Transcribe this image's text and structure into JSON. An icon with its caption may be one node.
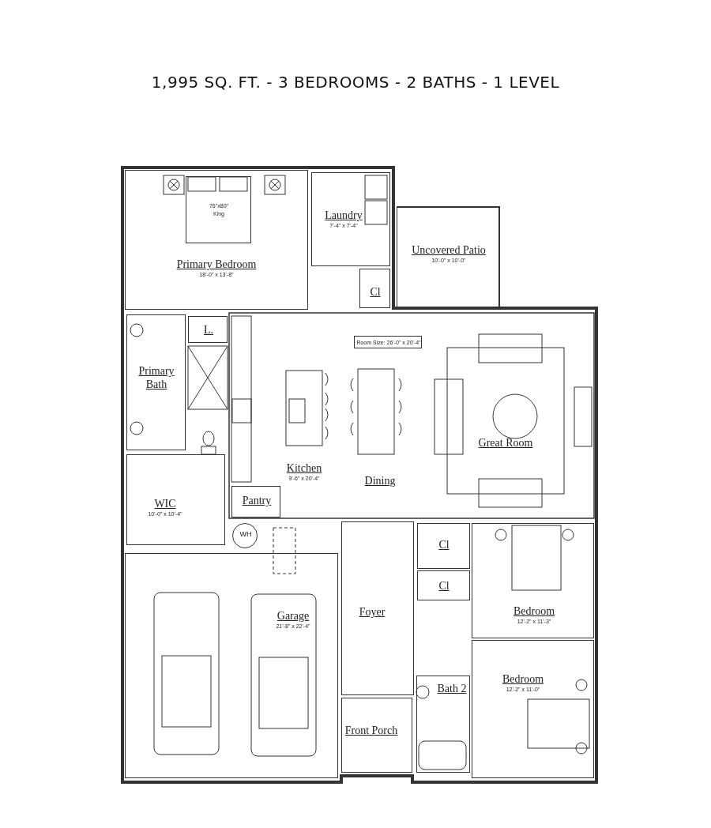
{
  "diagram": {
    "title": "1,995 SQ. FT. - 3 BEDROOMS - 2 BATHS - 1 LEVEL",
    "nodes": [
      {
        "text": [
          "Primary Bedroom",
          "18'-0\" x 13'-8\""
        ]
      },
      {
        "text": [
          "76\"x80\" King"
        ],
        "in": 0
      },
      {
        "text": [
          "Laundry",
          "7'-4\" x 7'-4\""
        ]
      },
      {
        "text": [
          "Cl"
        ]
      },
      {
        "text": [
          "Uncovered Patio",
          "10'-0\" x 10'-0\""
        ]
      },
      {
        "text": [
          "Primary Bath"
        ]
      },
      {
        "text": [
          "L."
        ]
      },
      {
        "text": [
          "Kitchen",
          "9'-6\" x 20'-4\""
        ]
      },
      {
        "text": [
          "Room Size: 26'-0\" x 20'-4\""
        ]
      },
      {
        "text": [
          "Dining"
        ]
      },
      {
        "text": [
          "Great Room"
        ]
      },
      {
        "text": [
          "Pantry"
        ]
      },
      {
        "text": [
          "WIC",
          "10'-0\" x 10'-4\""
        ]
      },
      {
        "text": [
          "WH"
        ]
      },
      {
        "text": [
          "Garage",
          "21'-8\" x 22'-4\""
        ]
      },
      {
        "text": [
          "Foyer"
        ]
      },
      {
        "text": [
          "Cl"
        ]
      },
      {
        "text": [
          "Bedroom",
          "12'-2\" x 11'-3\""
        ]
      },
      {
        "text": [
          "Cl"
        ]
      },
      {
        "text": [
          "Bedroom",
          "12'-2\" x 11'-0\""
        ]
      },
      {
        "text": [
          "Front Porch"
        ]
      },
      {
        "text": [
          "Bath 2"
        ]
      }
    ],
    "edges": []
  }
}
